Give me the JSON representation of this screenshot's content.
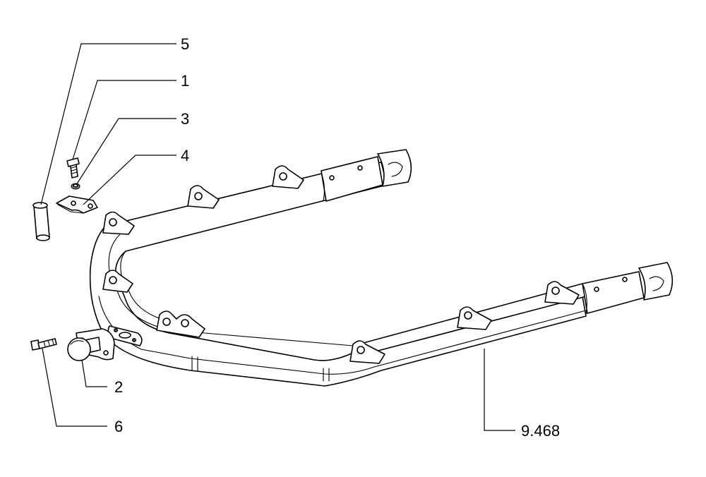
{
  "diagram": {
    "type": "exploded-parts-view",
    "callouts": [
      {
        "id": "c5",
        "label": "5"
      },
      {
        "id": "c1",
        "label": "1"
      },
      {
        "id": "c3",
        "label": "3"
      },
      {
        "id": "c4",
        "label": "4"
      },
      {
        "id": "c2",
        "label": "2"
      },
      {
        "id": "c6",
        "label": "6"
      },
      {
        "id": "cframe",
        "label": "9.468"
      }
    ]
  }
}
